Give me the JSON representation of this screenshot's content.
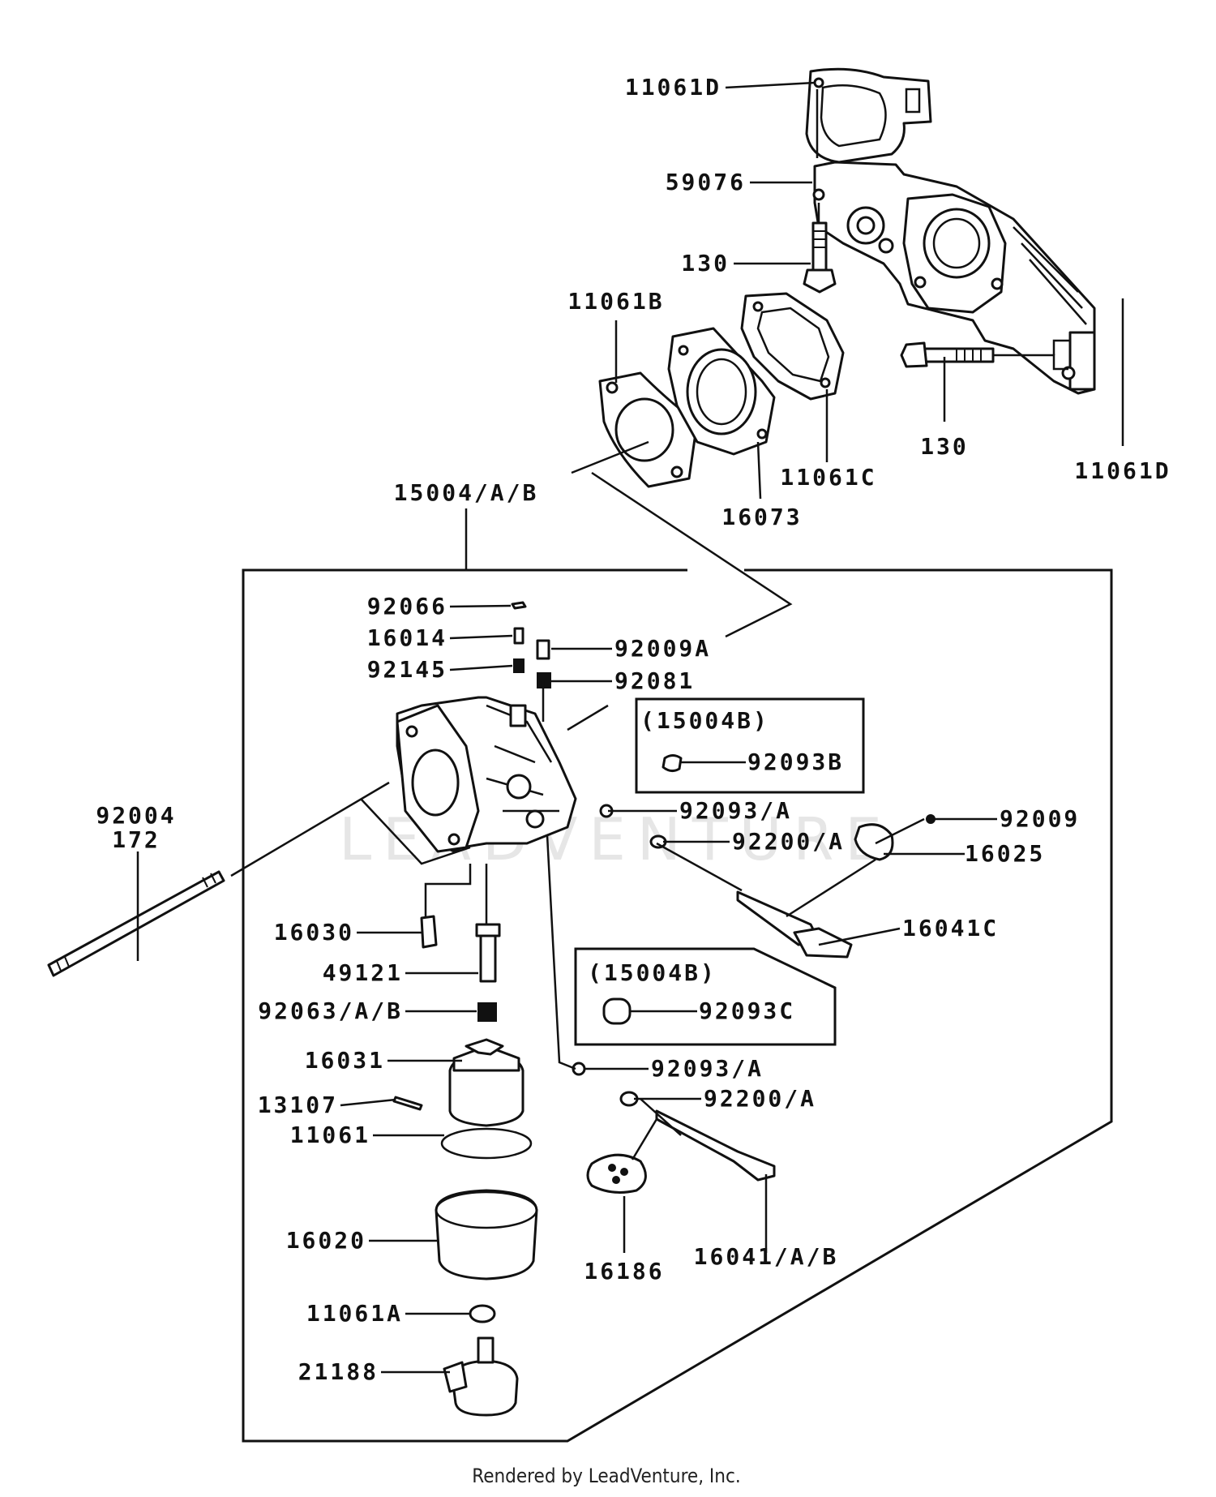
{
  "labels": {
    "l11061D_top": "11061D",
    "l59076": "59076",
    "l130_a": "130",
    "l11061B": "11061B",
    "l130_b": "130",
    "l11061D_right": "11061D",
    "l11061C": "11061C",
    "l16073": "16073",
    "l15004AB": "15004/A/B",
    "l92066": "92066",
    "l16014": "16014",
    "l92009A": "92009A",
    "l92145": "92145",
    "l92081": "92081",
    "l15004B_1": "(15004B)",
    "l92093B": "92093B",
    "l92004": "92004",
    "l172": "172",
    "l92093A_1": "92093/A",
    "l92009": "92009",
    "l92200A_1": "92200/A",
    "l16025": "16025",
    "l16030": "16030",
    "l16041C": "16041C",
    "l49121": "49121",
    "l15004B_2": "(15004B)",
    "l92063AB": "92063/A/B",
    "l92093C": "92093C",
    "l16031": "16031",
    "l92093A_2": "92093/A",
    "l13107": "13107",
    "l92200A_2": "92200/A",
    "l11061": "11061",
    "l16020": "16020",
    "l16186": "16186",
    "l16041AB": "16041/A/B",
    "l11061A": "11061A",
    "l21188": "21188"
  },
  "watermark": "LEADVENTURE",
  "credit": "Rendered by LeadVenture, Inc."
}
